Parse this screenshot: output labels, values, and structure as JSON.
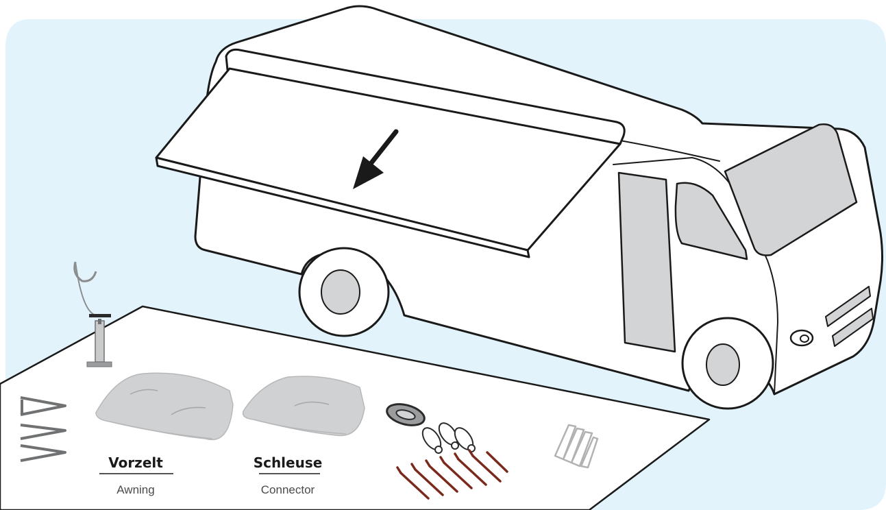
{
  "colors": {
    "sky": "#e3f3fb",
    "outline": "#1a1a1a",
    "window_gray": "#d2d4d6",
    "bag_gray": "#cfd1d3",
    "ground": "#ffffff",
    "peg_brown": "#7a2a1c"
  },
  "items": [
    {
      "title": "Vorzelt",
      "subtitle": "Awning"
    },
    {
      "title": "Schleuse",
      "subtitle": "Connector"
    }
  ],
  "icons": [
    "motorhome",
    "arrow-down-left",
    "pump",
    "poles",
    "awning-bag",
    "connector-bag",
    "strap-roll",
    "guy-tensioners",
    "tent-pegs",
    "clips"
  ]
}
